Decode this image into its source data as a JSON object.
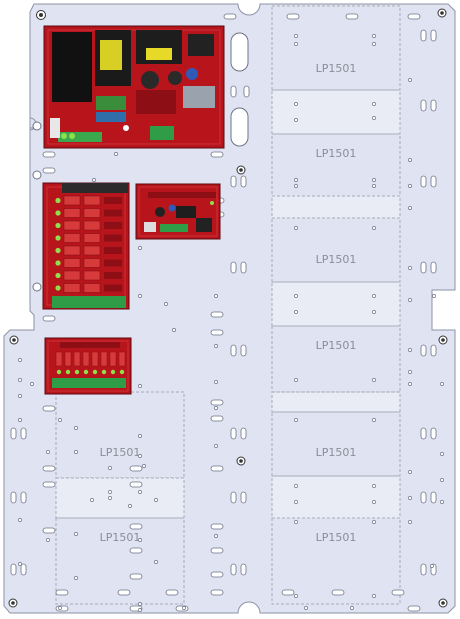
{
  "colors": {
    "plate": "#dfe3f2",
    "plate_edge": "#8e93a6",
    "slot_fill": "#ffffff",
    "slot_edge": "#6f7486",
    "dashed": "#a9adbb",
    "label_text": "#8a8e97",
    "pcb_red": "#b8141c",
    "pcb_dark": "#7a0b10",
    "terminal_green": "#2f9d47",
    "led_green": "#8ee04a",
    "relay_red": "#d63a3a"
  },
  "module_label": "LP1501",
  "modules": [
    {
      "id": "right-1",
      "label": "LP1501"
    },
    {
      "id": "right-2",
      "label": "LP1501"
    },
    {
      "id": "right-3",
      "label": "LP1501"
    },
    {
      "id": "right-4",
      "label": "LP1501"
    },
    {
      "id": "right-5",
      "label": "LP1501"
    },
    {
      "id": "right-6",
      "label": "LP1501"
    },
    {
      "id": "left-1",
      "label": "LP1501"
    },
    {
      "id": "left-2",
      "label": "LP1501"
    }
  ],
  "boards": [
    {
      "id": "power-supply-board",
      "icon": "power-supply-pcb-icon"
    },
    {
      "id": "relay-board",
      "icon": "relay-pcb-icon"
    },
    {
      "id": "control-board",
      "icon": "control-pcb-icon"
    },
    {
      "id": "output-board",
      "icon": "output-pcb-icon"
    }
  ]
}
